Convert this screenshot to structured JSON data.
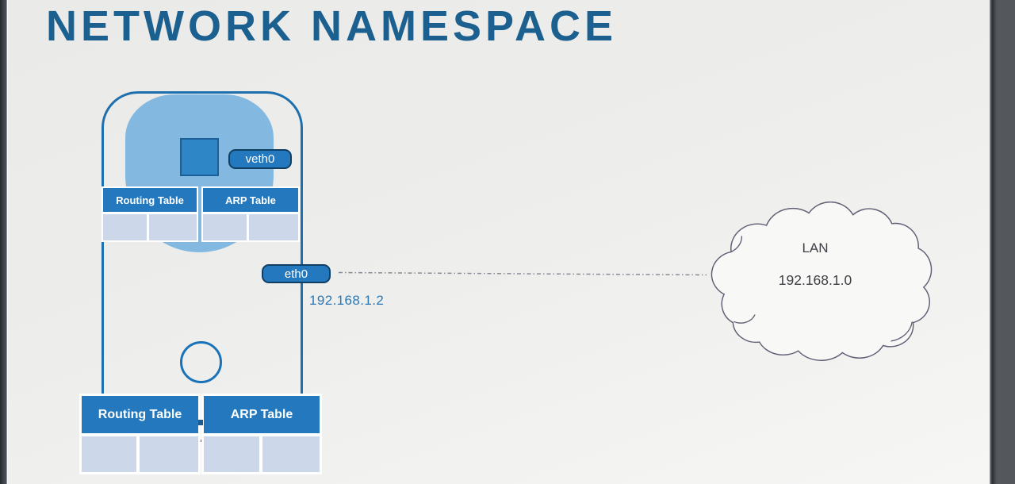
{
  "title": "NETWORK NAMESPACE",
  "namespace": {
    "veth_label": "veth0",
    "tables": [
      {
        "title": "Routing Table"
      },
      {
        "title": "ARP Table"
      }
    ]
  },
  "interface": {
    "label": "eth0",
    "ip": "192.168.1.2"
  },
  "host": {
    "tables": [
      {
        "title": "Routing Table"
      },
      {
        "title": "ARP Table"
      }
    ]
  },
  "cloud": {
    "label": "LAN",
    "network": "192.168.1.0"
  },
  "colors": {
    "title_blue": "#1c6090",
    "shape_blue": "#2478bd",
    "shape_border_navy": "#113f63",
    "outline_blue": "#1e6fae",
    "blob_light_blue": "#83b9e0",
    "cell_light_blue": "#ccd8ea",
    "link_line_gray": "#8a8a96",
    "cloud_outline_gray": "#5e5e75",
    "cloud_text_gray": "#3f3f46"
  }
}
